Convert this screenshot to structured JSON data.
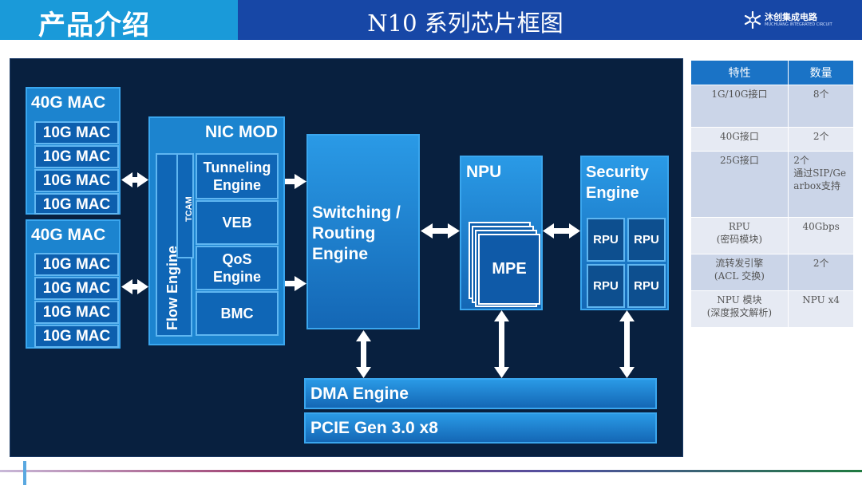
{
  "header": {
    "section_title": "产品介绍",
    "slide_title": "N10 系列芯片框图",
    "logo_name": "沐创集成电路",
    "logo_sub": "MUCHUANG INTEGRATED CIRCUIT"
  },
  "diagram": {
    "mac_groups": [
      {
        "title": "40G MAC",
        "ports": [
          "10G MAC",
          "10G MAC",
          "10G MAC",
          "10G MAC"
        ]
      },
      {
        "title": "40G MAC",
        "ports": [
          "10G MAC",
          "10G MAC",
          "10G MAC",
          "10G MAC"
        ]
      }
    ],
    "nic_mod": {
      "title": "NIC MOD",
      "flow_engine": "Flow Engine",
      "tcam": "TCAM",
      "tunneling": "Tunneling Engine",
      "veb": "VEB",
      "qos": "QoS Engine",
      "bmc": "BMC"
    },
    "switching": "Switching / Routing Engine",
    "npu": {
      "title": "NPU",
      "mpe": "MPE"
    },
    "security": {
      "title": "Security Engine",
      "rpus": [
        "RPU",
        "RPU",
        "RPU",
        "RPU"
      ]
    },
    "dma": "DMA Engine",
    "pcie": "PCIE Gen 3.0 x8"
  },
  "table": {
    "headers": [
      "特性",
      "数量"
    ],
    "rows": [
      {
        "feature": "1G/10G接口",
        "value": "8个"
      },
      {
        "feature": "40G接口",
        "value": "2个"
      },
      {
        "feature": "25G接口",
        "value": "2个\n通过SIP/Gearbox支持"
      },
      {
        "feature": "RPU\n(密码模块)",
        "value": "40Gbps"
      },
      {
        "feature": "流转发引擎\n(ACL 交换)",
        "value": "2个"
      },
      {
        "feature": "NPU 模块\n(深度报文解析)",
        "value": "NPU x4"
      }
    ]
  },
  "colors": {
    "header_left": "#1a9ad9",
    "header_right": "#1747a6",
    "panel_bg": "#08203f",
    "block_blue": "#1c84cf",
    "table_header": "#1a73c6"
  }
}
